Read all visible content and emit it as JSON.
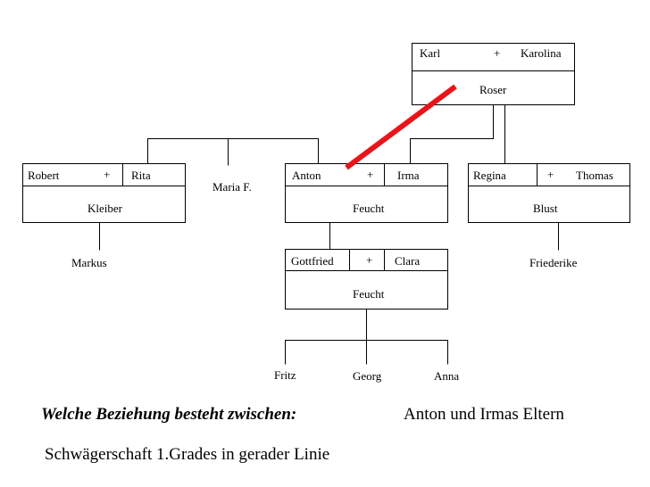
{
  "couples": {
    "karl_karolina": {
      "husband": "Karl",
      "plus": "+",
      "wife": "Karolina",
      "surname": "Roser"
    },
    "robert_rita": {
      "husband": "Robert",
      "plus": "+",
      "wife": "Rita",
      "surname": "Kleiber"
    },
    "anton_irma": {
      "husband": "Anton",
      "plus": "+",
      "wife": "Irma",
      "surname": "Feucht"
    },
    "regina_thomas": {
      "husband": "Regina",
      "plus": "+",
      "wife": "Thomas",
      "surname": "Blust"
    },
    "gottfried_clara": {
      "husband": "Gottfried",
      "plus": "+",
      "wife": "Clara",
      "surname": "Feucht"
    }
  },
  "persons": {
    "maria": "Maria F.",
    "markus": "Markus",
    "friederike": "Friederike",
    "fritz": "Fritz",
    "georg": "Georg",
    "anna": "Anna"
  },
  "question": {
    "prompt": "Welche Beziehung besteht zwischen:",
    "subject": "Anton und Irmas Eltern",
    "answer": "Schwägerschaft 1.Grades in gerader Linie"
  },
  "colors": {
    "line": "#000000",
    "highlight": "#e8141b"
  }
}
